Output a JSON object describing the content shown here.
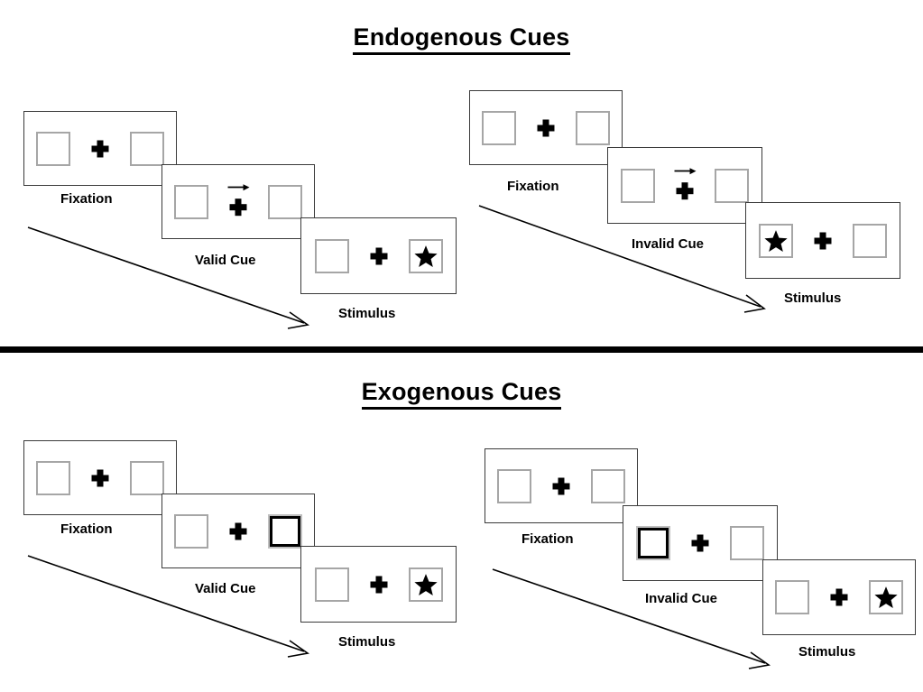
{
  "figure": {
    "title_top": "Endogenous Cues",
    "title_bottom": "Exogenous Cues",
    "divider": "section-divider",
    "colors": {
      "ink": "#000000",
      "frame_border": "#3a3a3a",
      "box_border": "#a6a6a6",
      "background": "#ffffff"
    }
  },
  "sections": [
    {
      "id": "endogenous",
      "title": "Endogenous Cues",
      "cue_type": "arrow",
      "conditions": [
        {
          "id": "endogenous-valid",
          "label": "Valid Cue",
          "frames": [
            {
              "name": "fixation",
              "label": "Fixation",
              "left_box": "empty",
              "right_box": "empty",
              "center": "fixation-cross",
              "cue": "none"
            },
            {
              "name": "cue",
              "label": "Valid Cue",
              "left_box": "empty",
              "right_box": "empty",
              "center": "fixation-cross",
              "cue": "arrow-right"
            },
            {
              "name": "stimulus",
              "label": "Stimulus",
              "left_box": "empty",
              "right_box": "star",
              "center": "fixation-cross",
              "cue": "none"
            }
          ]
        },
        {
          "id": "endogenous-invalid",
          "label": "Invalid Cue",
          "frames": [
            {
              "name": "fixation",
              "label": "Fixation",
              "left_box": "empty",
              "right_box": "empty",
              "center": "fixation-cross",
              "cue": "none"
            },
            {
              "name": "cue",
              "label": "Invalid Cue",
              "left_box": "empty",
              "right_box": "empty",
              "center": "fixation-cross",
              "cue": "arrow-right"
            },
            {
              "name": "stimulus",
              "label": "Stimulus",
              "left_box": "star",
              "right_box": "empty",
              "center": "fixation-cross",
              "cue": "none"
            }
          ]
        }
      ]
    },
    {
      "id": "exogenous",
      "title": "Exogenous Cues",
      "cue_type": "box-flash",
      "conditions": [
        {
          "id": "exogenous-valid",
          "label": "Valid Cue",
          "frames": [
            {
              "name": "fixation",
              "label": "Fixation",
              "left_box": "empty",
              "right_box": "empty",
              "center": "fixation-cross",
              "cue": "none"
            },
            {
              "name": "cue",
              "label": "Valid Cue",
              "left_box": "empty",
              "right_box": "highlighted",
              "center": "fixation-cross",
              "cue": "box-highlight-right"
            },
            {
              "name": "stimulus",
              "label": "Stimulus",
              "left_box": "empty",
              "right_box": "star",
              "center": "fixation-cross",
              "cue": "none"
            }
          ]
        },
        {
          "id": "exogenous-invalid",
          "label": "Invalid Cue",
          "frames": [
            {
              "name": "fixation",
              "label": "Fixation",
              "left_box": "empty",
              "right_box": "empty",
              "center": "fixation-cross",
              "cue": "none"
            },
            {
              "name": "cue",
              "label": "Invalid Cue",
              "left_box": "highlighted",
              "right_box": "empty",
              "center": "fixation-cross",
              "cue": "box-highlight-left"
            },
            {
              "name": "stimulus",
              "label": "Stimulus",
              "left_box": "empty",
              "right_box": "star",
              "center": "fixation-cross",
              "cue": "none"
            }
          ]
        }
      ]
    }
  ],
  "labels": {
    "fixation": "Fixation",
    "valid_cue": "Valid Cue",
    "invalid_cue": "Invalid Cue",
    "stimulus": "Stimulus"
  },
  "time_arrows": [
    {
      "id": "time-arrow-endogenous-valid",
      "direction": "down-right"
    },
    {
      "id": "time-arrow-endogenous-invalid",
      "direction": "down-right"
    },
    {
      "id": "time-arrow-exogenous-valid",
      "direction": "down-right"
    },
    {
      "id": "time-arrow-exogenous-invalid",
      "direction": "down-right"
    }
  ]
}
